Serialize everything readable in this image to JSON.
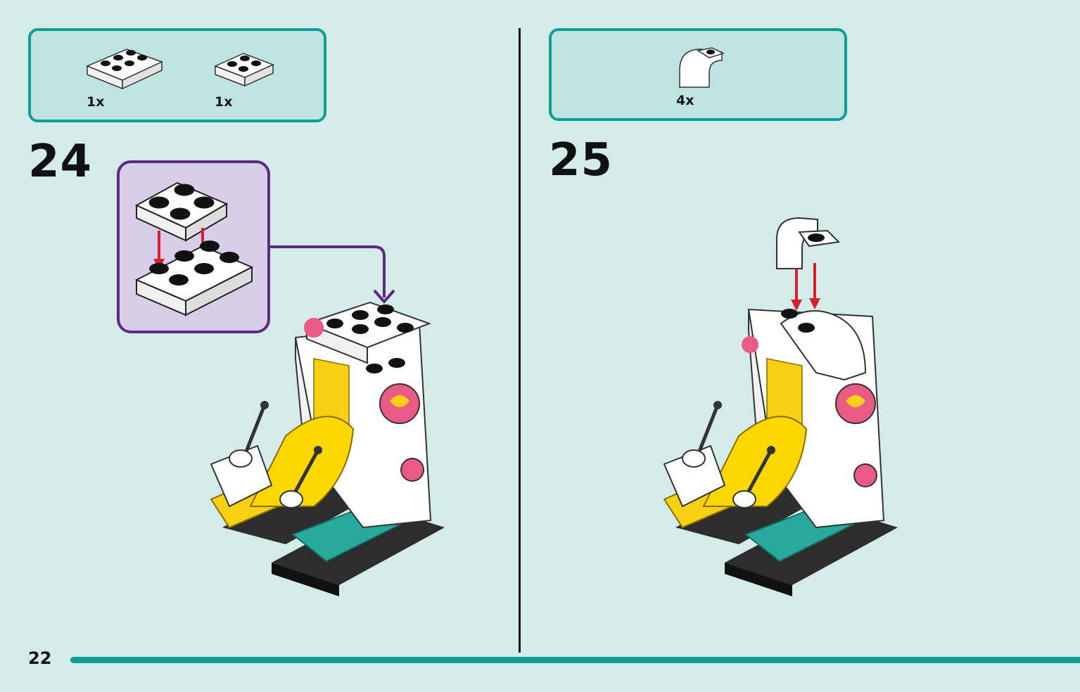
{
  "page": {
    "number": "22"
  },
  "steps": [
    {
      "number": "24",
      "parts": [
        {
          "name": "plate-2x3-white",
          "qty": "1x"
        },
        {
          "name": "plate-2x2-white",
          "qty": "1x"
        }
      ]
    },
    {
      "number": "25",
      "parts": [
        {
          "name": "curved-slope-white",
          "qty": "4x"
        }
      ]
    }
  ],
  "colors": {
    "accent_teal": "#0f9e96",
    "callout_purple": "#5b2b82",
    "arrow_red": "#d6202f",
    "brick_yellow": "#f7cf13",
    "brick_pink": "#e95a84",
    "brick_teal": "#27a99b"
  }
}
